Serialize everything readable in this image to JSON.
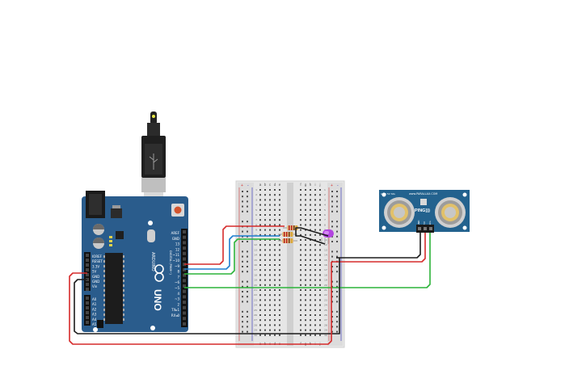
{
  "colors": {
    "arduino_board": "#2a5c8c",
    "breadboard": "#e6e6e6",
    "wire_red": "#d62b2b",
    "wire_black": "#1c1c1c",
    "wire_green": "#2cb33a",
    "wire_blue": "#1e7fd0",
    "sensor_board": "#23628e",
    "led": "#b344e0"
  },
  "arduino": {
    "brand": "ARDUINO",
    "model": "UNO",
    "digital_label": "DIGITAL (PWM~)",
    "reset_label": "RESET",
    "led_label": "L",
    "tx_label": "TX",
    "rx_label": "RX",
    "on_label": "ON",
    "ioref_label": "IOREF",
    "power_pin_labels": [
      "IOREF",
      "RESET",
      "3.3V",
      "5V",
      "GND",
      "GND",
      "Vin"
    ],
    "analog_pin_labels": [
      "A0",
      "A1",
      "A2",
      "A3",
      "A4",
      "A5"
    ],
    "digital_pin_labels": [
      "AREF",
      "GND",
      "13",
      "12",
      "~11",
      "~10",
      "~9",
      "8",
      "7",
      "~6",
      "~5",
      "4",
      "~3",
      "2",
      "TX▸1",
      "RX◂0"
    ]
  },
  "breadboard": {
    "column_labels_top": [
      "a",
      "b",
      "c",
      "d",
      "e",
      "f",
      "g",
      "h",
      "i",
      "j"
    ],
    "plus_label": "+",
    "minus_label": "-"
  },
  "sensor": {
    "name": "PING)))",
    "brand": "www.PARALLAX.COM",
    "pin_labels": [
      "GND",
      "5V",
      "SIG"
    ],
    "header_label": "GND 5V SIG"
  }
}
